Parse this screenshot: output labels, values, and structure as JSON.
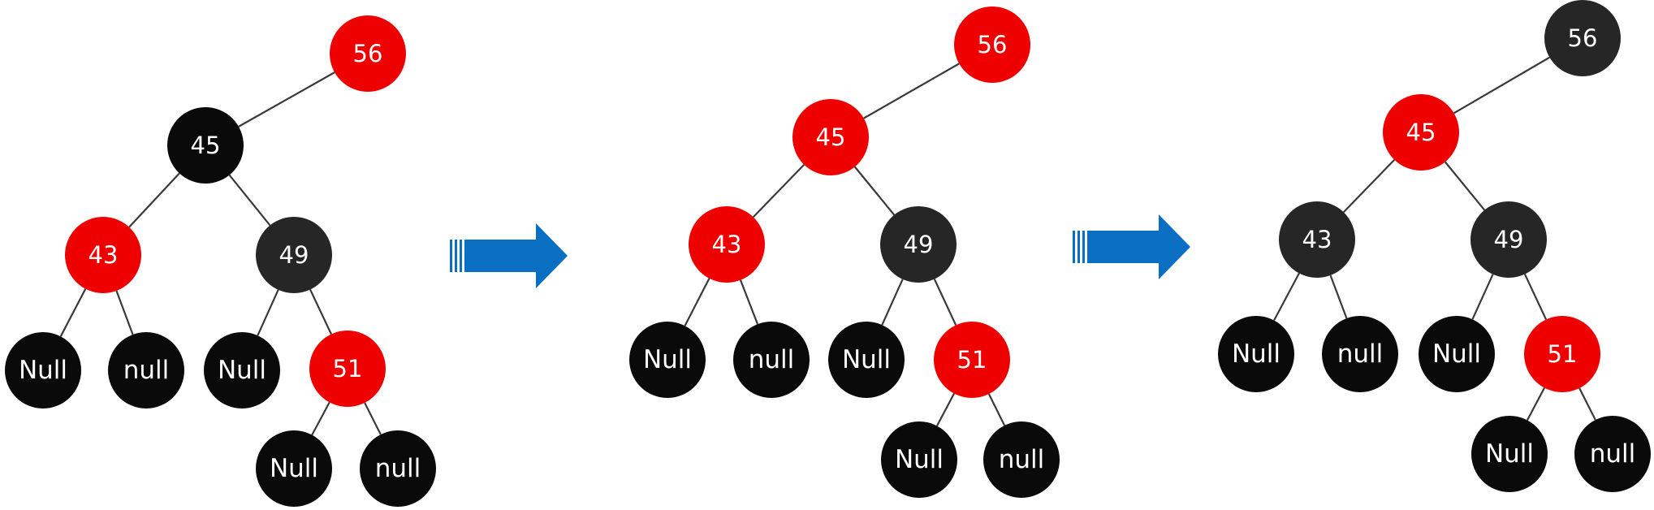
{
  "colors": {
    "red": "#ee0000",
    "black": "#0a0a0a",
    "dark": "#262626",
    "arrow": "#0a6fc2",
    "edge": "#3a3a3a"
  },
  "arrows": [
    {
      "name": "transition-arrow-1",
      "icon": "right-arrow-icon"
    },
    {
      "name": "transition-arrow-2",
      "icon": "right-arrow-icon"
    }
  ],
  "trees": [
    {
      "name": "tree-before",
      "nodes": [
        {
          "id": "n56",
          "label": "56",
          "color": "red"
        },
        {
          "id": "n45",
          "label": "45",
          "color": "black"
        },
        {
          "id": "n43",
          "label": "43",
          "color": "red"
        },
        {
          "id": "n49",
          "label": "49",
          "color": "dark"
        },
        {
          "id": "n51",
          "label": "51",
          "color": "red"
        },
        {
          "id": "l1",
          "label": "Null",
          "color": "black"
        },
        {
          "id": "l2",
          "label": "null",
          "color": "black"
        },
        {
          "id": "l3",
          "label": "Null",
          "color": "black"
        },
        {
          "id": "l4",
          "label": "Null",
          "color": "black"
        },
        {
          "id": "l5",
          "label": "null",
          "color": "black"
        }
      ],
      "edges": [
        [
          "n56",
          "n45"
        ],
        [
          "n45",
          "n43"
        ],
        [
          "n45",
          "n49"
        ],
        [
          "n43",
          "l1"
        ],
        [
          "n43",
          "l2"
        ],
        [
          "n49",
          "l3"
        ],
        [
          "n49",
          "n51"
        ],
        [
          "n51",
          "l4"
        ],
        [
          "n51",
          "l5"
        ]
      ]
    },
    {
      "name": "tree-middle",
      "nodes": [
        {
          "id": "n56",
          "label": "56",
          "color": "red"
        },
        {
          "id": "n45",
          "label": "45",
          "color": "red"
        },
        {
          "id": "n43",
          "label": "43",
          "color": "red"
        },
        {
          "id": "n49",
          "label": "49",
          "color": "dark"
        },
        {
          "id": "n51",
          "label": "51",
          "color": "red"
        },
        {
          "id": "l1",
          "label": "Null",
          "color": "black"
        },
        {
          "id": "l2",
          "label": "null",
          "color": "black"
        },
        {
          "id": "l3",
          "label": "Null",
          "color": "black"
        },
        {
          "id": "l4",
          "label": "Null",
          "color": "black"
        },
        {
          "id": "l5",
          "label": "null",
          "color": "black"
        }
      ],
      "edges": [
        [
          "n56",
          "n45"
        ],
        [
          "n45",
          "n43"
        ],
        [
          "n45",
          "n49"
        ],
        [
          "n43",
          "l1"
        ],
        [
          "n43",
          "l2"
        ],
        [
          "n49",
          "l3"
        ],
        [
          "n49",
          "n51"
        ],
        [
          "n51",
          "l4"
        ],
        [
          "n51",
          "l5"
        ]
      ]
    },
    {
      "name": "tree-after",
      "nodes": [
        {
          "id": "n56",
          "label": "56",
          "color": "dark"
        },
        {
          "id": "n45",
          "label": "45",
          "color": "red"
        },
        {
          "id": "n43",
          "label": "43",
          "color": "dark"
        },
        {
          "id": "n49",
          "label": "49",
          "color": "dark"
        },
        {
          "id": "n51",
          "label": "51",
          "color": "red"
        },
        {
          "id": "l1",
          "label": "Null",
          "color": "black"
        },
        {
          "id": "l2",
          "label": "null",
          "color": "black"
        },
        {
          "id": "l3",
          "label": "Null",
          "color": "black"
        },
        {
          "id": "l4",
          "label": "Null",
          "color": "black"
        },
        {
          "id": "l5",
          "label": "null",
          "color": "black"
        }
      ],
      "edges": [
        [
          "n56",
          "n45"
        ],
        [
          "n45",
          "n43"
        ],
        [
          "n45",
          "n49"
        ],
        [
          "n43",
          "l1"
        ],
        [
          "n43",
          "l2"
        ],
        [
          "n49",
          "l3"
        ],
        [
          "n49",
          "n51"
        ],
        [
          "n51",
          "l4"
        ],
        [
          "n51",
          "l5"
        ]
      ]
    }
  ]
}
